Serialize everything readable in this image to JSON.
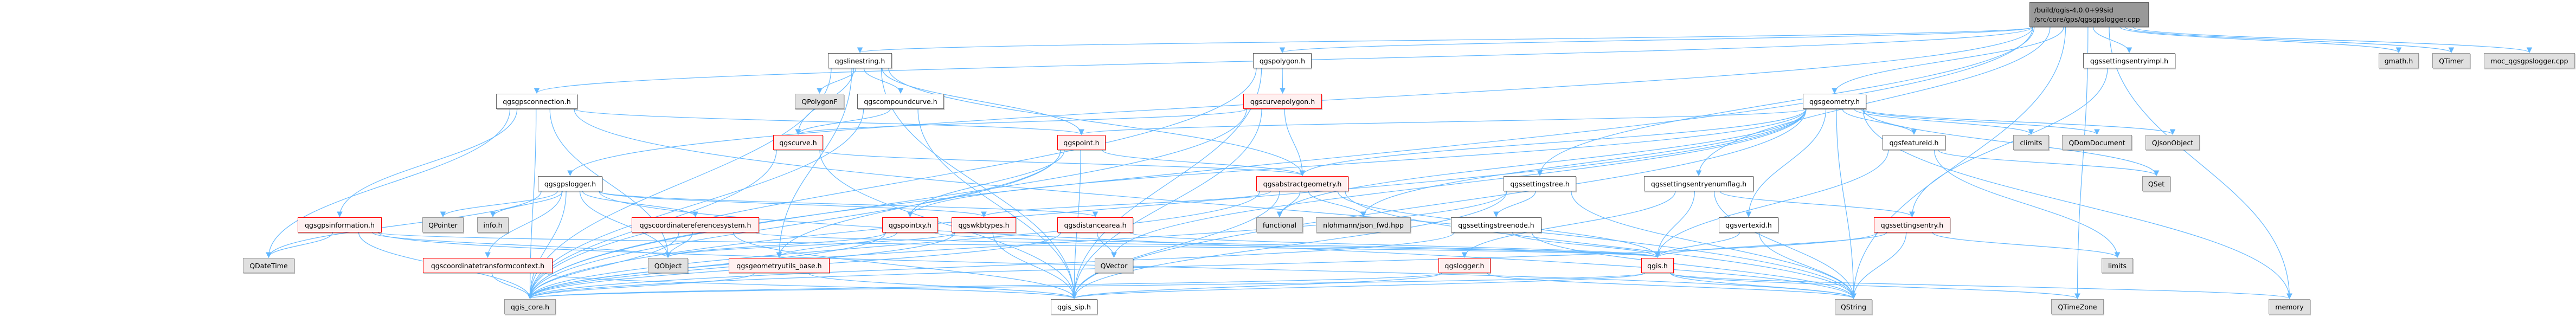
{
  "colors": {
    "edge": "#63b8ff",
    "root_fill": "#999999",
    "gray_fill": "#e0e0e0",
    "red_border": "#ff0000",
    "red_fill": "#fff0f0"
  },
  "root": {
    "id": "root",
    "line1": "/build/qgis-4.0.0+99sid",
    "line2": "/src/core/gps/qgsgpslogger.cpp"
  },
  "nodes": [
    {
      "id": "qgslinestring",
      "label": "qgslinestring.h",
      "style": "white"
    },
    {
      "id": "qgspolygon",
      "label": "qgspolygon.h",
      "style": "white"
    },
    {
      "id": "qgsgpsconnection",
      "label": "qgsgpsconnection.h",
      "style": "white"
    },
    {
      "id": "qgssettingsentryimpl",
      "label": "qgssettingsentryimpl.h",
      "style": "white"
    },
    {
      "id": "gmath",
      "label": "gmath.h",
      "style": "gray"
    },
    {
      "id": "QTimer",
      "label": "QTimer",
      "style": "gray"
    },
    {
      "id": "moc",
      "label": "moc_qgsgpslogger.cpp",
      "style": "gray"
    },
    {
      "id": "QPolygonF",
      "label": "QPolygonF",
      "style": "gray"
    },
    {
      "id": "qgscompoundcurve",
      "label": "qgscompoundcurve.h",
      "style": "white"
    },
    {
      "id": "qgscurvepolygon",
      "label": "qgscurvepolygon.h",
      "style": "red"
    },
    {
      "id": "qgsgeometry",
      "label": "qgsgeometry.h",
      "style": "white"
    },
    {
      "id": "qgscurve",
      "label": "qgscurve.h",
      "style": "red"
    },
    {
      "id": "qgspoint",
      "label": "qgspoint.h",
      "style": "red"
    },
    {
      "id": "qgsfeatureid",
      "label": "qgsfeatureid.h",
      "style": "white"
    },
    {
      "id": "climits",
      "label": "climits",
      "style": "gray"
    },
    {
      "id": "QDomDocument",
      "label": "QDomDocument",
      "style": "gray"
    },
    {
      "id": "QJsonObject",
      "label": "QJsonObject",
      "style": "gray"
    },
    {
      "id": "qgsgpslogger",
      "label": "qgsgpslogger.h",
      "style": "white"
    },
    {
      "id": "qgsabstractgeometry",
      "label": "qgsabstractgeometry.h",
      "style": "red"
    },
    {
      "id": "qgssettingstree",
      "label": "qgssettingstree.h",
      "style": "white"
    },
    {
      "id": "qgssettingsentryenumflag",
      "label": "qgssettingsentryenumflag.h",
      "style": "white"
    },
    {
      "id": "QSet",
      "label": "QSet",
      "style": "gray"
    },
    {
      "id": "qgsgpsinformation",
      "label": "qgsgpsinformation.h",
      "style": "red"
    },
    {
      "id": "QPointer",
      "label": "QPointer",
      "style": "gray"
    },
    {
      "id": "info",
      "label": "info.h",
      "style": "gray"
    },
    {
      "id": "qgscoordinatereferencesystem",
      "label": "qgscoordinatereferencesystem.h",
      "style": "red"
    },
    {
      "id": "qgspointxy",
      "label": "qgspointxy.h",
      "style": "red"
    },
    {
      "id": "qgswkbtypes",
      "label": "qgswkbtypes.h",
      "style": "red"
    },
    {
      "id": "qgsdistancearea",
      "label": "qgsdistancearea.h",
      "style": "red"
    },
    {
      "id": "functional",
      "label": "functional",
      "style": "gray"
    },
    {
      "id": "nlohmann",
      "label": "nlohmann/json_fwd.hpp",
      "style": "gray"
    },
    {
      "id": "qgssettingstreenode",
      "label": "qgssettingstreenode.h",
      "style": "white"
    },
    {
      "id": "qgsvertexid",
      "label": "qgsvertexid.h",
      "style": "white"
    },
    {
      "id": "qgssettingsentry",
      "label": "qgssettingsentry.h",
      "style": "red"
    },
    {
      "id": "QDateTime",
      "label": "QDateTime",
      "style": "gray"
    },
    {
      "id": "qgscoordinatetransformcontext",
      "label": "qgscoordinatetransformcontext.h",
      "style": "red"
    },
    {
      "id": "QObject",
      "label": "QObject",
      "style": "gray"
    },
    {
      "id": "qgsgeometryutils_base",
      "label": "qgsgeometryutils_base.h",
      "style": "red"
    },
    {
      "id": "QVector",
      "label": "QVector",
      "style": "gray"
    },
    {
      "id": "qgslogger",
      "label": "qgslogger.h",
      "style": "red"
    },
    {
      "id": "qgis",
      "label": "qgis.h",
      "style": "red"
    },
    {
      "id": "limits",
      "label": "limits",
      "style": "gray"
    },
    {
      "id": "qgis_core",
      "label": "qgis_core.h",
      "style": "gray"
    },
    {
      "id": "qgis_sip",
      "label": "qgis_sip.h",
      "style": "white"
    },
    {
      "id": "QString",
      "label": "QString",
      "style": "gray"
    },
    {
      "id": "QTimeZone",
      "label": "QTimeZone",
      "style": "gray"
    },
    {
      "id": "memory",
      "label": "memory",
      "style": "gray"
    }
  ],
  "edges": [
    [
      "root",
      "qgslinestring"
    ],
    [
      "root",
      "qgspolygon"
    ],
    [
      "root",
      "qgsgpsconnection"
    ],
    [
      "root",
      "qgssettingsentryimpl"
    ],
    [
      "root",
      "gmath"
    ],
    [
      "root",
      "QTimer"
    ],
    [
      "root",
      "moc"
    ],
    [
      "root",
      "qgsgeometry"
    ],
    [
      "root",
      "qgsgpslogger"
    ],
    [
      "root",
      "qgssettingstree"
    ],
    [
      "root",
      "qgssettingsentryenumflag"
    ],
    [
      "root",
      "qgis_core"
    ],
    [
      "root",
      "QString"
    ],
    [
      "root",
      "memory"
    ],
    [
      "root",
      "QTimeZone"
    ],
    [
      "qgslinestring",
      "QPolygonF"
    ],
    [
      "qgslinestring",
      "qgscompoundcurve"
    ],
    [
      "qgslinestring",
      "qgscurve"
    ],
    [
      "qgslinestring",
      "qgis_core"
    ],
    [
      "qgslinestring",
      "qgis_sip"
    ],
    [
      "qgslinestring",
      "qgspoint"
    ],
    [
      "qgslinestring",
      "qgsabstractgeometry"
    ],
    [
      "qgslinestring",
      "qgsgeometryutils_base"
    ],
    [
      "qgspolygon",
      "qgscurvepolygon"
    ],
    [
      "qgspolygon",
      "qgis_core"
    ],
    [
      "qgspolygon",
      "qgis_sip"
    ],
    [
      "qgscompoundcurve",
      "qgscurve"
    ],
    [
      "qgscompoundcurve",
      "qgis_core"
    ],
    [
      "qgscompoundcurve",
      "qgis_sip"
    ],
    [
      "qgscurvepolygon",
      "qgscurve"
    ],
    [
      "qgscurvepolygon",
      "qgis_core"
    ],
    [
      "qgscurvepolygon",
      "qgis_sip"
    ],
    [
      "qgscurvepolygon",
      "qgsabstractgeometry"
    ],
    [
      "qgsgpsconnection",
      "qgsgpsinformation"
    ],
    [
      "qgsgpsconnection",
      "QDateTime"
    ],
    [
      "qgsgpsconnection",
      "qgis_core"
    ],
    [
      "qgsgpsconnection",
      "QObject"
    ],
    [
      "qgsgpsconnection",
      "qgspoint"
    ],
    [
      "qgsgpsconnection",
      "QString"
    ],
    [
      "qgscurve",
      "qgsabstractgeometry"
    ],
    [
      "qgscurve",
      "qgis_core"
    ],
    [
      "qgscurve",
      "qgis_sip"
    ],
    [
      "qgspoint",
      "qgsabstractgeometry"
    ],
    [
      "qgspoint",
      "qgspointxy"
    ],
    [
      "qgspoint",
      "qgis_core"
    ],
    [
      "qgspoint",
      "qgis_sip"
    ],
    [
      "qgspoint",
      "qgsgeometryutils_base"
    ],
    [
      "qgsgeometry",
      "qgsabstractgeometry"
    ],
    [
      "qgsgeometry",
      "qgsfeatureid"
    ],
    [
      "qgsgeometry",
      "climits"
    ],
    [
      "qgsgeometry",
      "QDomDocument"
    ],
    [
      "qgsgeometry",
      "QJsonObject"
    ],
    [
      "qgsgeometry",
      "QSet"
    ],
    [
      "qgsgeometry",
      "qgspoint"
    ],
    [
      "qgsgeometry",
      "qgspointxy"
    ],
    [
      "qgsgeometry",
      "qgsvertexid"
    ],
    [
      "qgsgeometry",
      "qgis_core"
    ],
    [
      "qgsgeometry",
      "qgis_sip"
    ],
    [
      "qgsgeometry",
      "QVector"
    ],
    [
      "qgsgeometry",
      "QString"
    ],
    [
      "qgsgeometry",
      "memory"
    ],
    [
      "qgsgeometry",
      "nlohmann"
    ],
    [
      "qgsgeometry",
      "functional"
    ],
    [
      "qgsgpslogger",
      "QPointer"
    ],
    [
      "qgsgpslogger",
      "info"
    ],
    [
      "qgsgpslogger",
      "qgscoordinatetransformcontext"
    ],
    [
      "qgsgpslogger",
      "qgscoordinatereferencesystem"
    ],
    [
      "qgsgpslogger",
      "qgsdistancearea"
    ],
    [
      "qgsgpslogger",
      "qgswkbtypes"
    ],
    [
      "qgsgpslogger",
      "QDateTime"
    ],
    [
      "qgsgpslogger",
      "qgis_core"
    ],
    [
      "qgsgpslogger",
      "QObject"
    ],
    [
      "qgsgpslogger",
      "QString"
    ],
    [
      "qgsabstractgeometry",
      "functional"
    ],
    [
      "qgsabstractgeometry",
      "nlohmann"
    ],
    [
      "qgsabstractgeometry",
      "qgswkbtypes"
    ],
    [
      "qgsabstractgeometry",
      "qgis_core"
    ],
    [
      "qgsabstractgeometry",
      "qgis_sip"
    ],
    [
      "qgsabstractgeometry",
      "qgis"
    ],
    [
      "qgsabstractgeometry",
      "QString"
    ],
    [
      "qgssettingstree",
      "qgssettingstreenode"
    ],
    [
      "qgssettingstree",
      "qgis_core"
    ],
    [
      "qgssettingstree",
      "qgis_sip"
    ],
    [
      "qgssettingstree",
      "QString"
    ],
    [
      "qgssettingsentryenumflag",
      "qgssettingsentry"
    ],
    [
      "qgssettingsentryenumflag",
      "qgis"
    ],
    [
      "qgssettingsentryenumflag",
      "qgslogger"
    ],
    [
      "qgssettingsentryenumflag",
      "QString"
    ],
    [
      "qgssettingsentryimpl",
      "qgssettingsentry"
    ],
    [
      "qgsfeatureid",
      "QSet"
    ],
    [
      "qgsfeatureid",
      "qgis"
    ],
    [
      "qgsfeatureid",
      "limits"
    ],
    [
      "qgsgpsinformation",
      "QDateTime"
    ],
    [
      "qgsgpsinformation",
      "qgis_core"
    ],
    [
      "qgsgpsinformation",
      "qgis"
    ],
    [
      "qgsgpsinformation",
      "QObject"
    ],
    [
      "qgsgpsinformation",
      "QString"
    ],
    [
      "qgscoordinatereferencesystem",
      "QObject"
    ],
    [
      "qgscoordinatereferencesystem",
      "qgis_core"
    ],
    [
      "qgscoordinatereferencesystem",
      "qgis_sip"
    ],
    [
      "qgscoordinatereferencesystem",
      "qgis"
    ],
    [
      "qgspointxy",
      "qgis_core"
    ],
    [
      "qgspointxy",
      "qgsgeometryutils_base"
    ],
    [
      "qgspointxy",
      "QObject"
    ],
    [
      "qgspointxy",
      "qgis"
    ],
    [
      "qgswkbtypes",
      "qgis_core"
    ],
    [
      "qgswkbtypes",
      "qgis_sip"
    ],
    [
      "qgswkbtypes",
      "QObject"
    ],
    [
      "qgsdistancearea",
      "QVector"
    ],
    [
      "qgsdistancearea",
      "qgis_core"
    ],
    [
      "qgsdistancearea",
      "qgis"
    ],
    [
      "qgssettingstreenode",
      "qgis"
    ],
    [
      "qgssettingstreenode",
      "qgis_core"
    ],
    [
      "qgssettingstreenode",
      "QString"
    ],
    [
      "qgsvertexid",
      "qgis"
    ],
    [
      "qgsvertexid",
      "QString"
    ],
    [
      "qgssettingsentry",
      "qgis"
    ],
    [
      "qgssettingsentry",
      "limits"
    ],
    [
      "qgssettingsentry",
      "QString"
    ],
    [
      "qgssettingsentry",
      "qgis_core"
    ],
    [
      "qgscoordinatetransformcontext",
      "qgis_core"
    ],
    [
      "qgscoordinatetransformcontext",
      "qgis_sip"
    ],
    [
      "qgsgeometryutils_base",
      "qgis_core"
    ],
    [
      "qgsgeometryutils_base",
      "qgis_sip"
    ],
    [
      "qgslogger",
      "qgis_core"
    ],
    [
      "qgslogger",
      "qgis_sip"
    ],
    [
      "qgslogger",
      "QString"
    ],
    [
      "qgis",
      "qgis_core"
    ],
    [
      "qgis",
      "qgis_sip"
    ],
    [
      "qgis",
      "QString"
    ],
    [
      "qgis",
      "QTimeZone"
    ],
    [
      "qgis",
      "memory"
    ]
  ]
}
